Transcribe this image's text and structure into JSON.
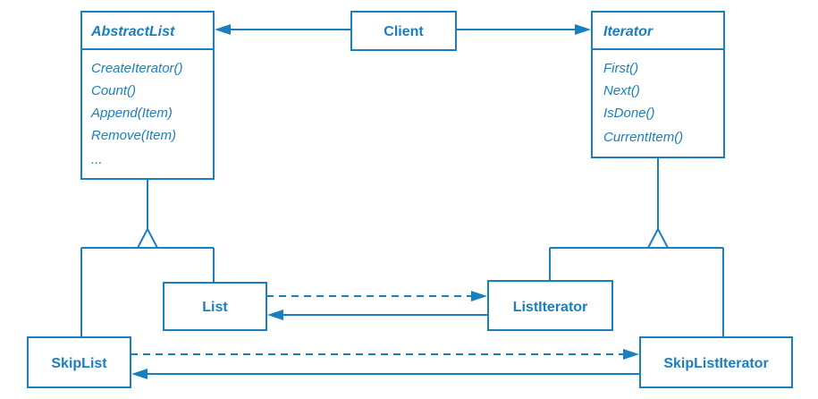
{
  "colors": {
    "stroke": "#1a7fbf",
    "text": "#1a7fbf",
    "background": "#ffffff"
  },
  "classes": {
    "abstract_list": {
      "name": "AbstractList",
      "operations": [
        "CreateIterator()",
        "Count()",
        "Append(Item)",
        "Remove(Item)",
        "..."
      ]
    },
    "client": {
      "name": "Client"
    },
    "iterator": {
      "name": "Iterator",
      "operations": [
        "First()",
        "Next()",
        "IsDone()",
        "CurrentItem()"
      ]
    },
    "list": {
      "name": "List"
    },
    "list_iterator": {
      "name": "ListIterator"
    },
    "skip_list": {
      "name": "SkipList"
    },
    "skip_list_iterator": {
      "name": "SkipListIterator"
    }
  }
}
